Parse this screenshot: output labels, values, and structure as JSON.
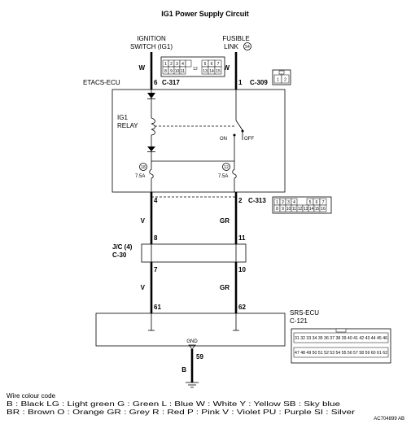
{
  "title": "IG1 Power Supply Circuit",
  "ignition_switch": {
    "line1": "IGNITION",
    "line2": "SWITCH (IG1)"
  },
  "fusible_link": {
    "line1": "FUSIBLE",
    "line2": "LINK",
    "number": "54"
  },
  "wire_colors_top": {
    "left": "W",
    "right": "W"
  },
  "etacs": {
    "name": "ETACS-ECU",
    "pin_left": "6",
    "conn_left": "C-317",
    "pin_right": "1",
    "conn_right": "C-309",
    "relay_line1": "IG1",
    "relay_line2": "RELAY",
    "on_label": "ON",
    "off_label": "OFF",
    "fuse_left_no": "18",
    "fuse_left_rating": "7.5A",
    "fuse_right_no": "12",
    "fuse_right_rating": "7.5A",
    "bottom_pin_left": "4",
    "bottom_pin_right": "2",
    "bottom_conn": "C-313"
  },
  "wire_colors_mid": {
    "left": "V",
    "right": "GR"
  },
  "junction": {
    "line1": "J/C (4)",
    "line2": "C-30",
    "pin_top_left": "8",
    "pin_top_right": "11",
    "pin_bot_left": "7",
    "pin_bot_right": "10"
  },
  "wire_colors_low": {
    "left": "V",
    "right": "GR"
  },
  "srs": {
    "line1": "SRS-ECU",
    "line2": "C-121",
    "pin_left": "61",
    "pin_right": "62",
    "gnd_label": "GND",
    "gnd_pin": "59",
    "gnd_wire": "B"
  },
  "connectors": {
    "c317_row1": [
      "1",
      "2",
      "3",
      "4",
      "",
      "5",
      "6",
      "7"
    ],
    "c317_row1_mid": "12",
    "c317_row2": [
      "8",
      "9",
      "10",
      "11",
      "13",
      "14",
      "15"
    ],
    "c309_cells": [
      "1",
      "2"
    ],
    "c313_row1": [
      "1",
      "2",
      "3",
      "4",
      "5",
      "6",
      "7"
    ],
    "c313_row2": [
      "8",
      "9",
      "10",
      "11",
      "12",
      "13",
      "14",
      "15",
      "16"
    ],
    "c121_row1": "31 32 33 34 35 36 37 38 39 40 41 42 43 44 45 46",
    "c121_row2": "47 48 49 50 51 52 53 54 55 56 57 58 59 60 61 62"
  },
  "legend": {
    "heading": "Wire colour code",
    "line1": "B : Black    LG : Light green    G : Green    L : Blue    W : White    Y : Yellow    SB : Sky blue",
    "line2": "BR : Brown    O : Orange    GR : Grey    R : Red    P : Pink    V : Violet    PU : Purple    SI : Silver"
  },
  "figure_code": "AC704899 AB"
}
